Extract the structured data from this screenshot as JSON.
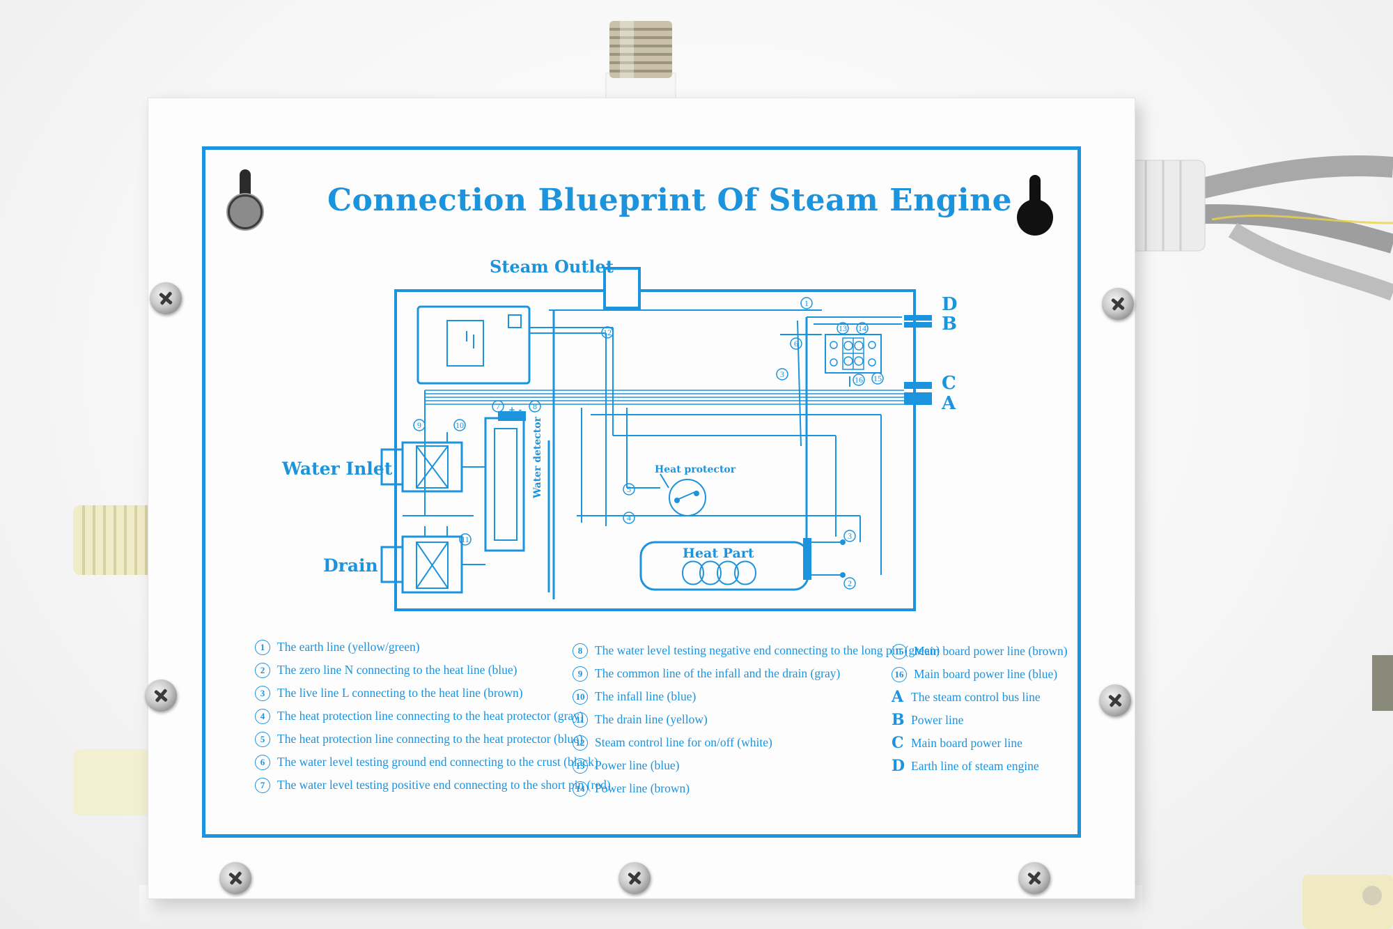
{
  "title": "Connection Blueprint  Of Steam Engine",
  "diagram": {
    "steam_outlet": "Steam Outlet",
    "water_inlet": "Water Inlet",
    "drain": "Drain",
    "water_detector": "Water detector",
    "heat_protector": "Heat protector",
    "heat_part": "Heat Part",
    "terminal_D": "D",
    "terminal_B": "B",
    "terminal_C": "C",
    "terminal_A": "A",
    "polarity": "+ -",
    "markers": [
      "1",
      "2",
      "3",
      "3",
      "4",
      "5",
      "6",
      "7",
      "8",
      "9",
      "10",
      "11",
      "12",
      "13",
      "14",
      "15",
      "16"
    ]
  },
  "legend_col1": [
    {
      "n": "1",
      "text": "The earth line (yellow/green)"
    },
    {
      "n": "2",
      "text": "The  zero line N connecting to the heat line (blue)"
    },
    {
      "n": "3",
      "text": "The  live  line L connecting to the heat line (brown)"
    },
    {
      "n": "4",
      "text": "The  heat protection  line connecting to the heat protector (gray)"
    },
    {
      "n": "5",
      "text": "The  heat protection  line connecting to the heat protector (blue)"
    },
    {
      "n": "6",
      "text": "The  water level testing ground end connecting to the crust (black)"
    },
    {
      "n": "7",
      "text": "The  water level testing positive  end connecting to the short pin  (red)"
    }
  ],
  "legend_col2": [
    {
      "n": "8",
      "text": "The  water level testing  negative end connecting to the long pin (green)"
    },
    {
      "n": "9",
      "text": "The  common  line of  the infall and the drain (gray)"
    },
    {
      "n": "10",
      "text": "The  infall  line  (blue)"
    },
    {
      "n": "11",
      "text": "The drain line (yellow)"
    },
    {
      "n": "12",
      "text": "Steam control line for on/off (white)"
    },
    {
      "n": "13",
      "text": "Power line (blue)"
    },
    {
      "n": "14",
      "text": "Power line (brown)"
    }
  ],
  "legend_col3": [
    {
      "n": "15",
      "text": "Main board power line (brown)"
    },
    {
      "n": "16",
      "text": "Main board power line (blue)"
    },
    {
      "l": "A",
      "text": "The steam control bus  line"
    },
    {
      "l": "B",
      "text": "Power line"
    },
    {
      "l": "C",
      "text": "Main board power line"
    },
    {
      "l": "D",
      "text": "Earth line of steam engine"
    }
  ],
  "colors": {
    "blueprint": "#1b93dd",
    "box": "#fdfdfd",
    "cable": "#a9a9a9",
    "fitting": "#f1ecc8"
  }
}
